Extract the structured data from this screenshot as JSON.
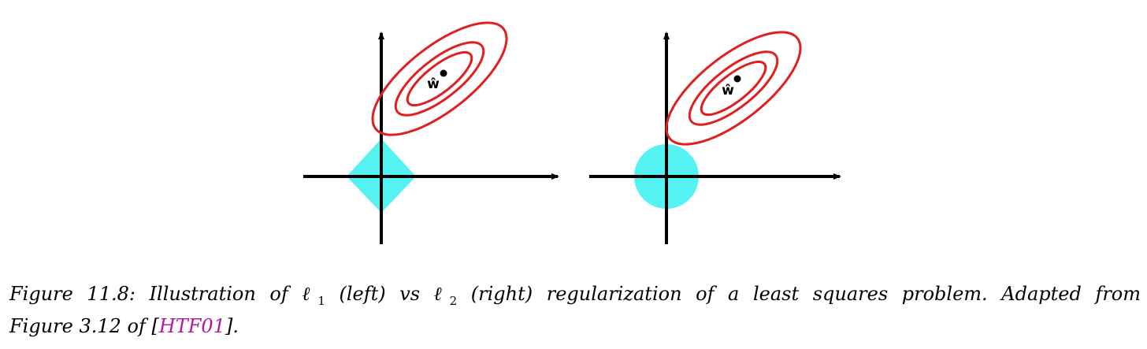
{
  "colors": {
    "axis": "#000000",
    "contour": "#e02020",
    "constraint": "#55f2f2",
    "link": "#b5179e"
  },
  "panels": [
    {
      "constraint_shape": "diamond",
      "constraint_type": "l1",
      "estimate_label": "ŵ"
    },
    {
      "constraint_shape": "circle",
      "constraint_type": "l2",
      "estimate_label": "ŵ"
    }
  ],
  "caption": {
    "lead": "Figure 11.8: Illustration of ",
    "ell": "ℓ",
    "sub1": "1",
    "left": " (left) vs ",
    "sub2": "2",
    "right": " (right) regularization of a least squares problem. Adapted from",
    "line2_pre": "Figure 3.12 of [",
    "citation": "HTF01",
    "line2_post": "]."
  }
}
